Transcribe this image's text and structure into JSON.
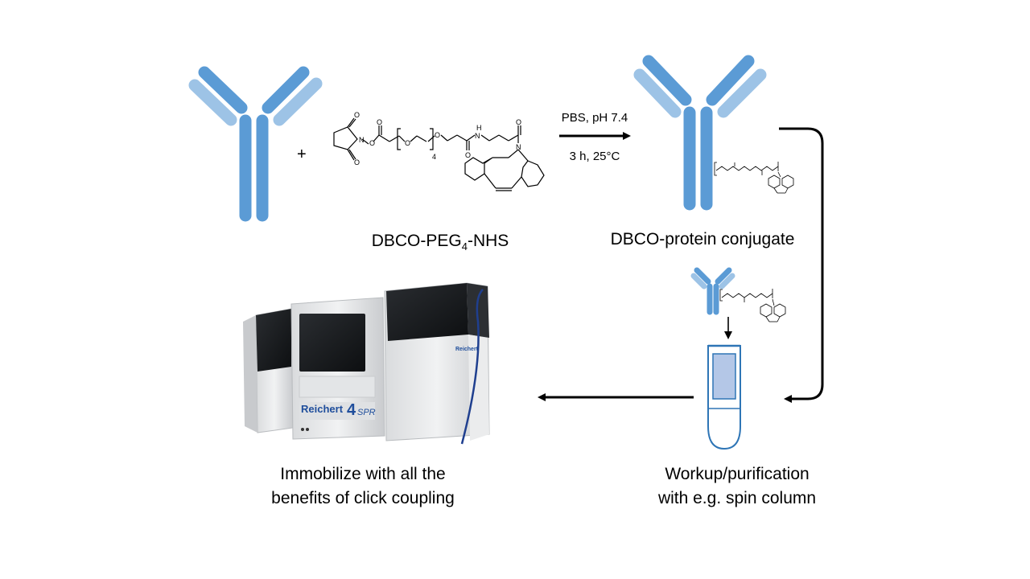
{
  "plus_sign": "+",
  "reagent": {
    "name_prefix": "DBCO-PEG",
    "subscript": "4",
    "name_suffix": "-NHS"
  },
  "conditions": {
    "line1": "PBS, pH 7.4",
    "line2": "3 h, 25°C"
  },
  "product_label": "DBCO-protein conjugate",
  "purification_label": {
    "line1": "Workup/purification",
    "line2": "with e.g. spin column"
  },
  "immobilize_label": {
    "line1": "Immobilize with all the",
    "line2": "benefits of  click coupling"
  },
  "instrument": {
    "brand_text": "Reichert",
    "model_num": "4",
    "model_suffix": "SPR",
    "side_badge": "Reichert"
  },
  "structure_atoms": {
    "n": "N",
    "o": "O",
    "nh": "H",
    "peg_repeat": "4"
  },
  "colors": {
    "antibody_dark": "#5b9bd5",
    "antibody_light": "#9dc3e6",
    "tube_outline": "#2e75b6",
    "tube_fill": "#b4c7e7",
    "arrow": "#000000"
  }
}
